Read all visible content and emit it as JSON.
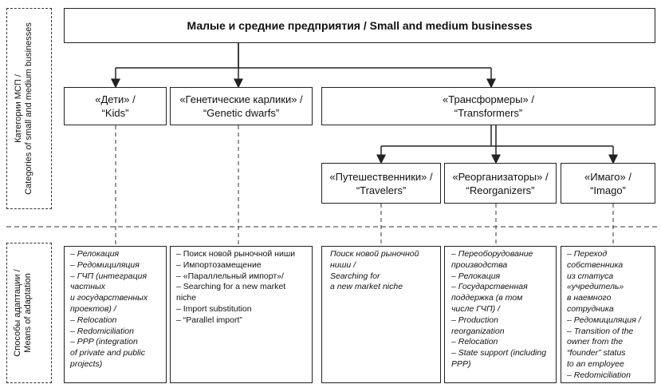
{
  "side_labels": {
    "categories": {
      "line1": "Категории МСП /",
      "line2": "Categories of small and medium businesses"
    },
    "means": {
      "line1": "Способы адаптации /",
      "line2": "Means of adaptation"
    }
  },
  "root": {
    "title": "Малые и средние предприятия / Small and medium businesses"
  },
  "categories": {
    "kids": {
      "ru": "«Дети» /",
      "en": "“Kids”"
    },
    "dwarfs": {
      "ru": "«Генетические карлики» /",
      "en": "“Genetic dwarfs”"
    },
    "transformers": {
      "ru": "«Трансформеры» /",
      "en": "“Transformers”"
    },
    "travelers": {
      "ru": "«Путешественники» /",
      "en": "“Travelers”"
    },
    "reorganizers": {
      "ru": "«Реорганизаторы» /",
      "en": "“Reorganizers”"
    },
    "imago": {
      "ru": "«Имаго» /",
      "en": "“Imago”"
    }
  },
  "means": {
    "kids": [
      "– Релокация",
      "– Редомициляция",
      "– ГЧП (интеграция",
      "частных",
      "и государственных",
      "проектов) /",
      "– Relocation",
      "– Redomiciliation",
      "– PPP (integration",
      "of private and public",
      "projects)"
    ],
    "dwarfs": [
      "– Поиск новой рыночной ниши",
      "– Импортозамещение",
      "– «Параллельный импорт»/",
      "– Searching for a new market",
      "niche",
      "– Import substitution",
      "– “Parallel import”"
    ],
    "travelers": [
      "Поиск новой рыночной",
      "ниши /",
      "Searching for",
      "a new market niche"
    ],
    "reorganizers": [
      "– Переоборудование",
      "производства",
      "– Релокация",
      "– Государственная",
      "поддержка (в том",
      "числе ГЧП) /",
      "– Production",
      "reorganization",
      "– Relocation",
      "– State support (including",
      "PPP)"
    ],
    "imago": [
      "– Переход",
      "собственника",
      "из статуса",
      "«учредитель»",
      "в наемного",
      "сотрудника",
      "– Редомициляция /",
      "– Transition of the",
      "owner from the",
      "“founder” status",
      "to an employee",
      "– Redomiciliation"
    ]
  }
}
